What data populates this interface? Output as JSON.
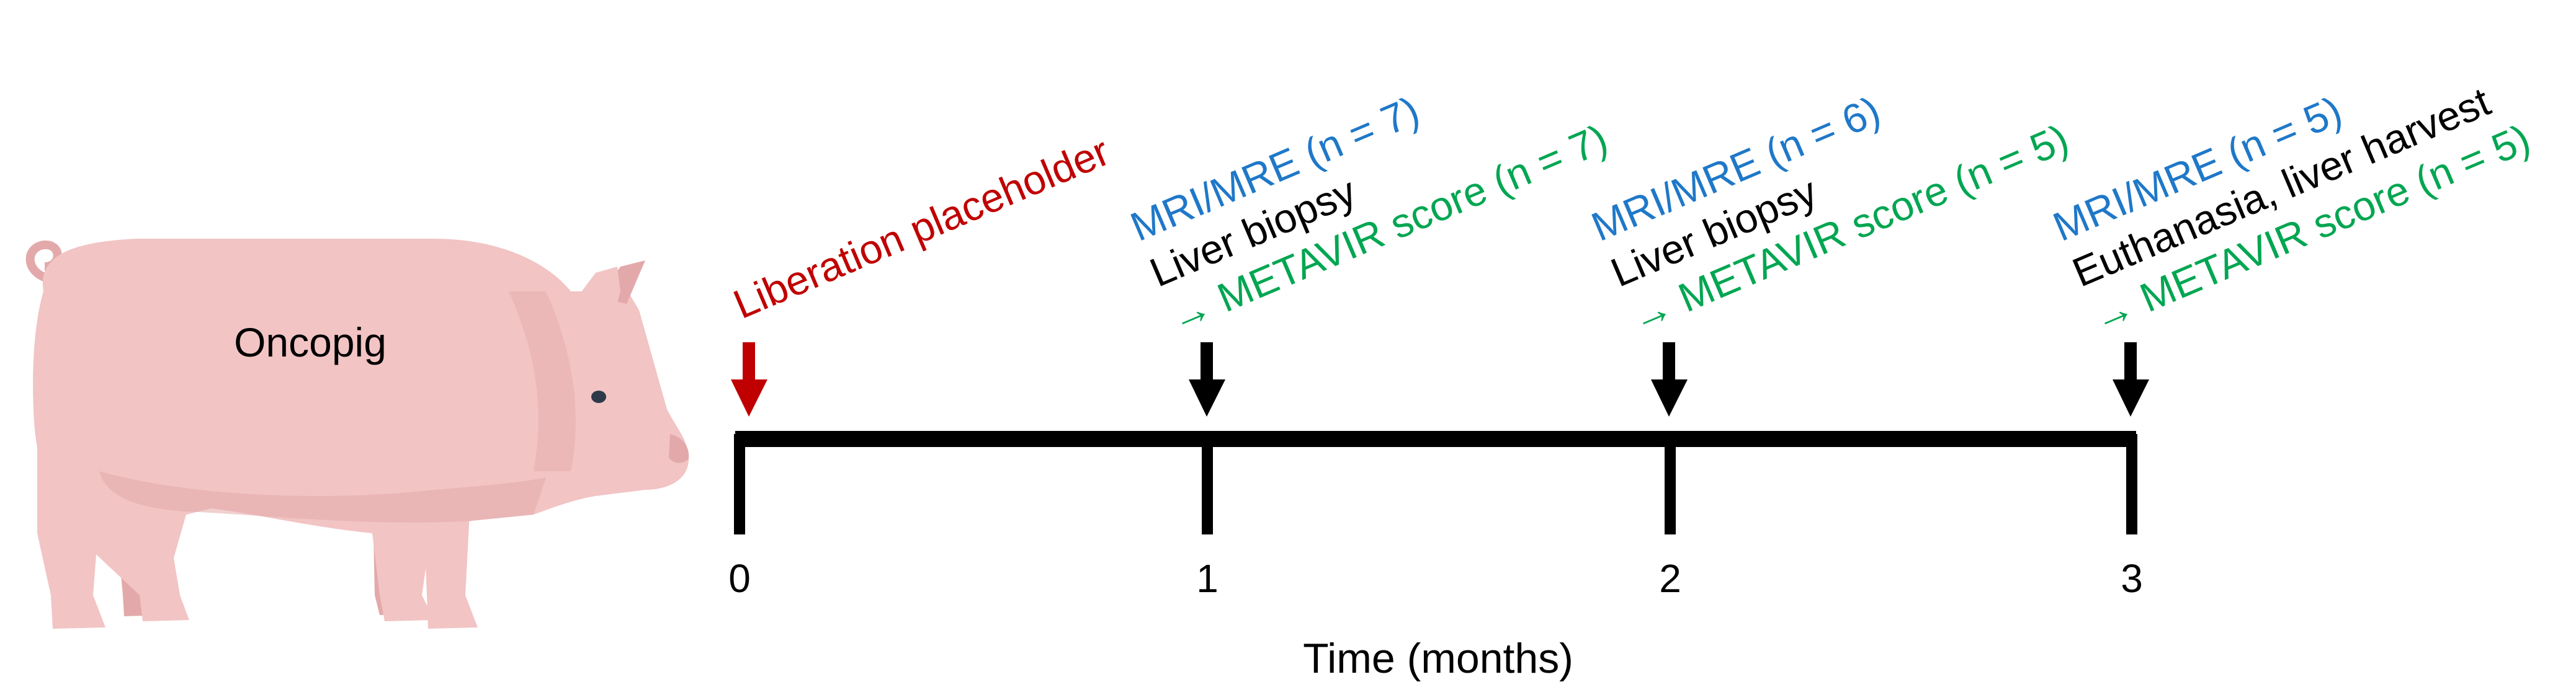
{
  "subject_label": "Oncopig",
  "induction": {
    "label": "Liberation placeholder",
    "color": "#c00000"
  },
  "axis": {
    "title": "Time (months)",
    "ticks": [
      "0",
      "1",
      "2",
      "3"
    ]
  },
  "events": [
    {
      "month": 1,
      "lines": [
        {
          "text": "MRI/MRE (n = 7)",
          "color": "#1f78c8"
        },
        {
          "text": "Liver biopsy",
          "color": "#000000"
        },
        {
          "text": "→ METAVIR score (n = 7)",
          "color": "#00a651"
        }
      ]
    },
    {
      "month": 2,
      "lines": [
        {
          "text": "MRI/MRE (n = 6)",
          "color": "#1f78c8"
        },
        {
          "text": "Liver biopsy",
          "color": "#000000"
        },
        {
          "text": "→ METAVIR score (n = 5)",
          "color": "#00a651"
        }
      ]
    },
    {
      "month": 3,
      "lines": [
        {
          "text": "MRI/MRE (n = 5)",
          "color": "#1f78c8"
        },
        {
          "text": "Euthanasia, liver harvest",
          "color": "#000000"
        },
        {
          "text": "→ METAVIR score (n = 5)",
          "color": "#00a651"
        }
      ]
    }
  ],
  "colors": {
    "timeline": "#000000",
    "pig_body": "#f2c4c4",
    "pig_shade": "#e3a9aa"
  }
}
